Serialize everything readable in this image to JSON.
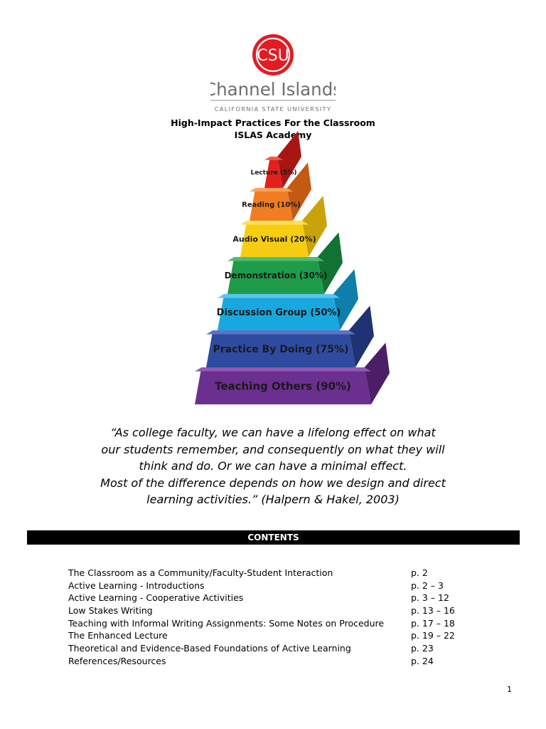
{
  "logo": {
    "monogram": "CSU",
    "name": "Channel Islands",
    "subtitle": "CALIFORNIA STATE UNIVERSITY",
    "colors": {
      "red": "#e31b23",
      "gray": "#6d6e71"
    }
  },
  "header": {
    "title": "High-Impact Practices For the Classroom",
    "subtitle": "ISLAS Academy"
  },
  "pyramid": {
    "tiers": [
      {
        "label": "Lecture (5%)",
        "color": "#e2211c",
        "top": "#ef5a4a",
        "side": "#a81612"
      },
      {
        "label": "Reading (10%)",
        "color": "#f07d21",
        "top": "#f7a35a",
        "side": "#c25a12"
      },
      {
        "label": "Audio Visual (20%)",
        "color": "#f6cd12",
        "top": "#fbe15a",
        "side": "#c9a30a"
      },
      {
        "label": "Demonstration (30%)",
        "color": "#1e9c4a",
        "top": "#4fbb6f",
        "side": "#127233"
      },
      {
        "label": "Discussion Group (50%)",
        "color": "#18a8df",
        "top": "#5cc6ee",
        "side": "#0e7eab"
      },
      {
        "label": "Practice By Doing (75%)",
        "color": "#2f4ba0",
        "top": "#5a74c0",
        "side": "#1f3374"
      },
      {
        "label": "Teaching Others (90%)",
        "color": "#6a2f8f",
        "top": "#9058b3",
        "side": "#4b1f68"
      }
    ]
  },
  "quote": {
    "lines": [
      "“As college faculty, we can have a lifelong effect on what",
      "our students remember,  and consequently on what they will",
      "think and do. Or we can have a minimal effect.",
      "Most of the difference depends on how we design and direct",
      "learning activities.” (Halpern & Hakel, 2003)"
    ]
  },
  "contents": {
    "heading": "CONTENTS",
    "items": [
      {
        "title": "The Classroom as a Community/Faculty-Student Interaction",
        "pages": "p. 2"
      },
      {
        "title": "Active Learning - Introductions",
        "pages": "p. 2 – 3"
      },
      {
        "title": "Active Learning - Cooperative Activities",
        "pages": "p. 3 – 12"
      },
      {
        "title": "Low Stakes Writing",
        "pages": "p. 13 – 16"
      },
      {
        "title": "Teaching with Informal Writing Assignments: Some Notes on Procedure",
        "pages": "p. 17 – 18"
      },
      {
        "title": "The Enhanced Lecture",
        "pages": "p. 19 – 22"
      },
      {
        "title": "Theoretical and Evidence-Based Foundations of Active Learning",
        "pages": "p. 23"
      },
      {
        "title": "References/Resources",
        "pages": "p. 24"
      }
    ]
  },
  "page_number": "1"
}
